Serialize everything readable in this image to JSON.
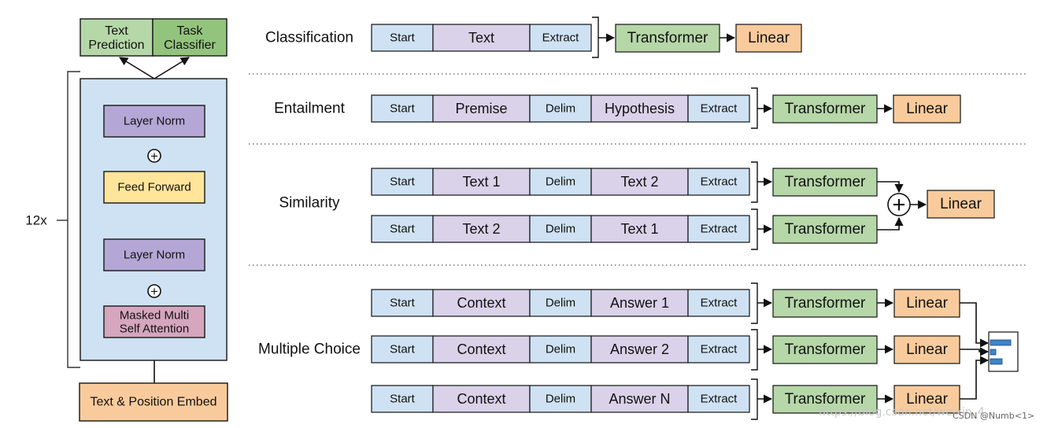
{
  "colors": {
    "stack_bg": "#cfe2f3",
    "layer_norm": "#b4a7d6",
    "feed_forward": "#ffe599",
    "attention": "#d5a6bd",
    "embed": "#f9cb9c",
    "output_green": "#b6d7a8",
    "output_green_dark": "#93c47d",
    "token_special": "#cfe2f3",
    "token_text": "#d9d2e9",
    "transformer": "#b6d7a8",
    "linear": "#f9cb9c",
    "bar": "#3d85c6"
  },
  "left_stack": {
    "multiplier": "12x",
    "text_prediction": "Text\nPrediction",
    "task_classifier": "Task\nClassifier",
    "layer_norm_top": "Layer Norm",
    "feed_forward": "Feed Forward",
    "layer_norm_bottom": "Layer Norm",
    "attention": "Masked Multi\nSelf Attention",
    "embed": "Text & Position Embed"
  },
  "tasks": {
    "classification": {
      "label": "Classification",
      "tokens": [
        "Start",
        "Text",
        "Extract"
      ],
      "transformer": "Transformer",
      "linear": "Linear"
    },
    "entailment": {
      "label": "Entailment",
      "tokens": [
        "Start",
        "Premise",
        "Delim",
        "Hypothesis",
        "Extract"
      ],
      "transformer": "Transformer",
      "linear": "Linear"
    },
    "similarity": {
      "label": "Similarity",
      "rows": [
        [
          "Start",
          "Text 1",
          "Delim",
          "Text 2",
          "Extract"
        ],
        [
          "Start",
          "Text 2",
          "Delim",
          "Text 1",
          "Extract"
        ]
      ],
      "transformer": "Transformer",
      "linear": "Linear"
    },
    "multiple_choice": {
      "label": "Multiple Choice",
      "rows": [
        [
          "Start",
          "Context",
          "Delim",
          "Answer 1",
          "Extract"
        ],
        [
          "Start",
          "Context",
          "Delim",
          "Answer 2",
          "Extract"
        ],
        [
          "Start",
          "Context",
          "Delim",
          "Answer N",
          "Extract"
        ]
      ],
      "transformer": "Transformer",
      "linear": "Linear"
    }
  },
  "plus_symbol": "+",
  "watermark": "https://blog.csdn.net/weixin_4",
  "watermark_credit": "CSDN @Numb<1>"
}
